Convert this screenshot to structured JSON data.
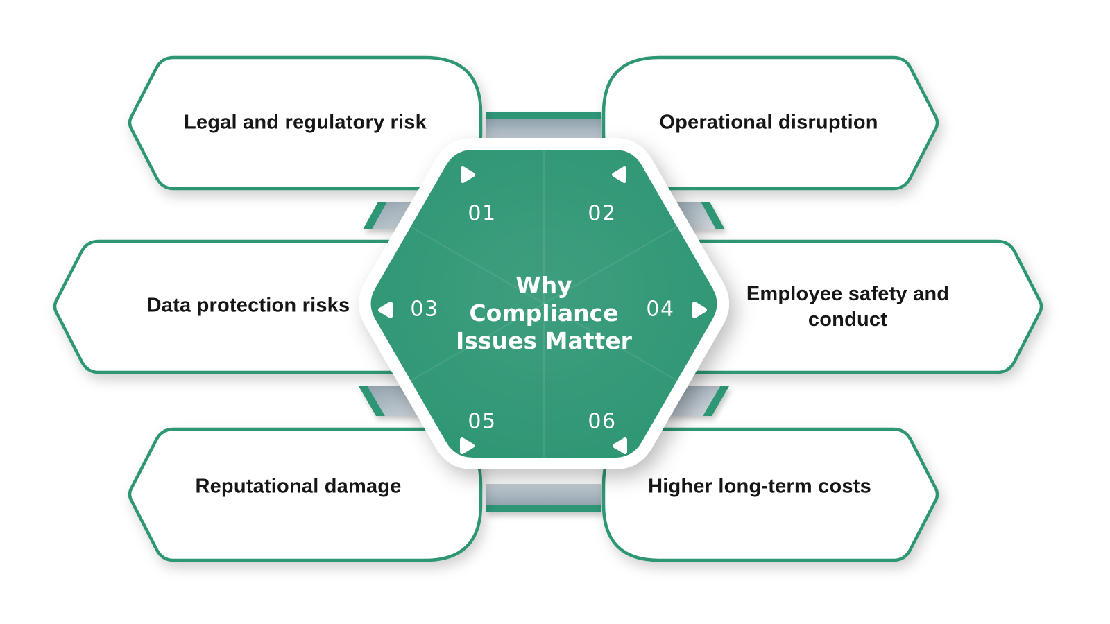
{
  "hexagon": {
    "line1": "Why",
    "line2": "Compliance",
    "line3": "Issues Matter"
  },
  "items": [
    {
      "number": "01",
      "label": "Legal and regulatory risk",
      "position": "top-left",
      "arrow": "right"
    },
    {
      "number": "02",
      "label": "Operational disruption",
      "position": "top-right",
      "arrow": "left"
    },
    {
      "number": "03",
      "label": "Data protection risks",
      "position": "middle-left",
      "arrow": "left"
    },
    {
      "number": "04",
      "label": "Employee safety and conduct",
      "position": "middle-right",
      "arrow": "right"
    },
    {
      "number": "05",
      "label": "Reputational damage",
      "position": "bottom-left",
      "arrow": "right"
    },
    {
      "number": "06",
      "label": "Higher long-term costs",
      "position": "bottom-right",
      "arrow": "left"
    }
  ],
  "colors": {
    "green": "#2E9674",
    "connector_gray_dark": "#8da0ac",
    "connector_gray_light": "#d6dce1",
    "label_text": "#161616",
    "center_text": "#ffffff",
    "background": "#ffffff"
  }
}
